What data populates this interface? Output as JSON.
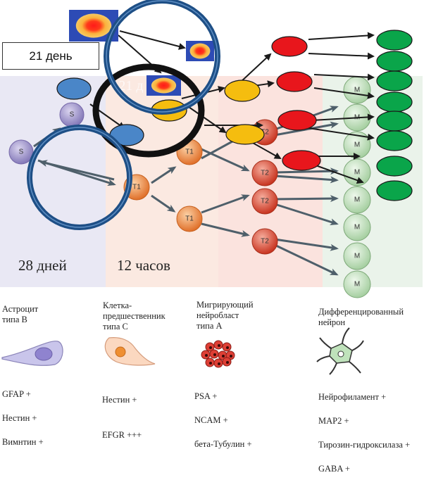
{
  "diagram": {
    "label_box": "21 день",
    "faded_label": "21 д",
    "time_labels": [
      "28 дней",
      "12 часов"
    ],
    "node_letters": {
      "stem": "S",
      "transit1": "T1",
      "transit2": "T2",
      "mature": "M"
    },
    "colors": {
      "band_astrocyte": "#e9e8f4",
      "band_progenitor": "#fbe9e1",
      "band_neuroblast": "#fbe3de",
      "band_neuron": "#eaf3ea",
      "stem_cell": "#9c90c6",
      "transit1_cell": "#f0883c",
      "transit2_cell": "#dc4a34",
      "mature_cell": "#c6e3c1",
      "blue_ellipse": "#4a86c8",
      "yellow_ellipse": "#f5bd0f",
      "red_ellipse": "#e8161c",
      "green_ellipse": "#0aa54a",
      "blue_ring": "#1e4f86",
      "black_ring": "#111111",
      "gray_arrow": "#4e5f6a"
    }
  },
  "cell_types": [
    {
      "title": "Астроцит\nтипа В",
      "icon": "astrocyte-icon",
      "markers": [
        "GFAP +",
        "Нестин +",
        "Вимнтин +"
      ]
    },
    {
      "title": "Клетка-\nпредшественник\nтипа С",
      "icon": "progenitor-cell-icon",
      "markers": [
        "Нестин +",
        "EFGR +++"
      ]
    },
    {
      "title": "Мигрирующий\nнейробласт\nтипа А",
      "icon": "neuroblast-cluster-icon",
      "markers": [
        "PSA +",
        "NCAM +",
        "бета-Тубулин +"
      ]
    },
    {
      "title": "Дифференцированный\nнейрон",
      "icon": "neuron-icon",
      "markers": [
        "Нейрофиламент +",
        "MAP2 +",
        "Тирозин-гидроксилаза +",
        "GABA +"
      ]
    }
  ]
}
